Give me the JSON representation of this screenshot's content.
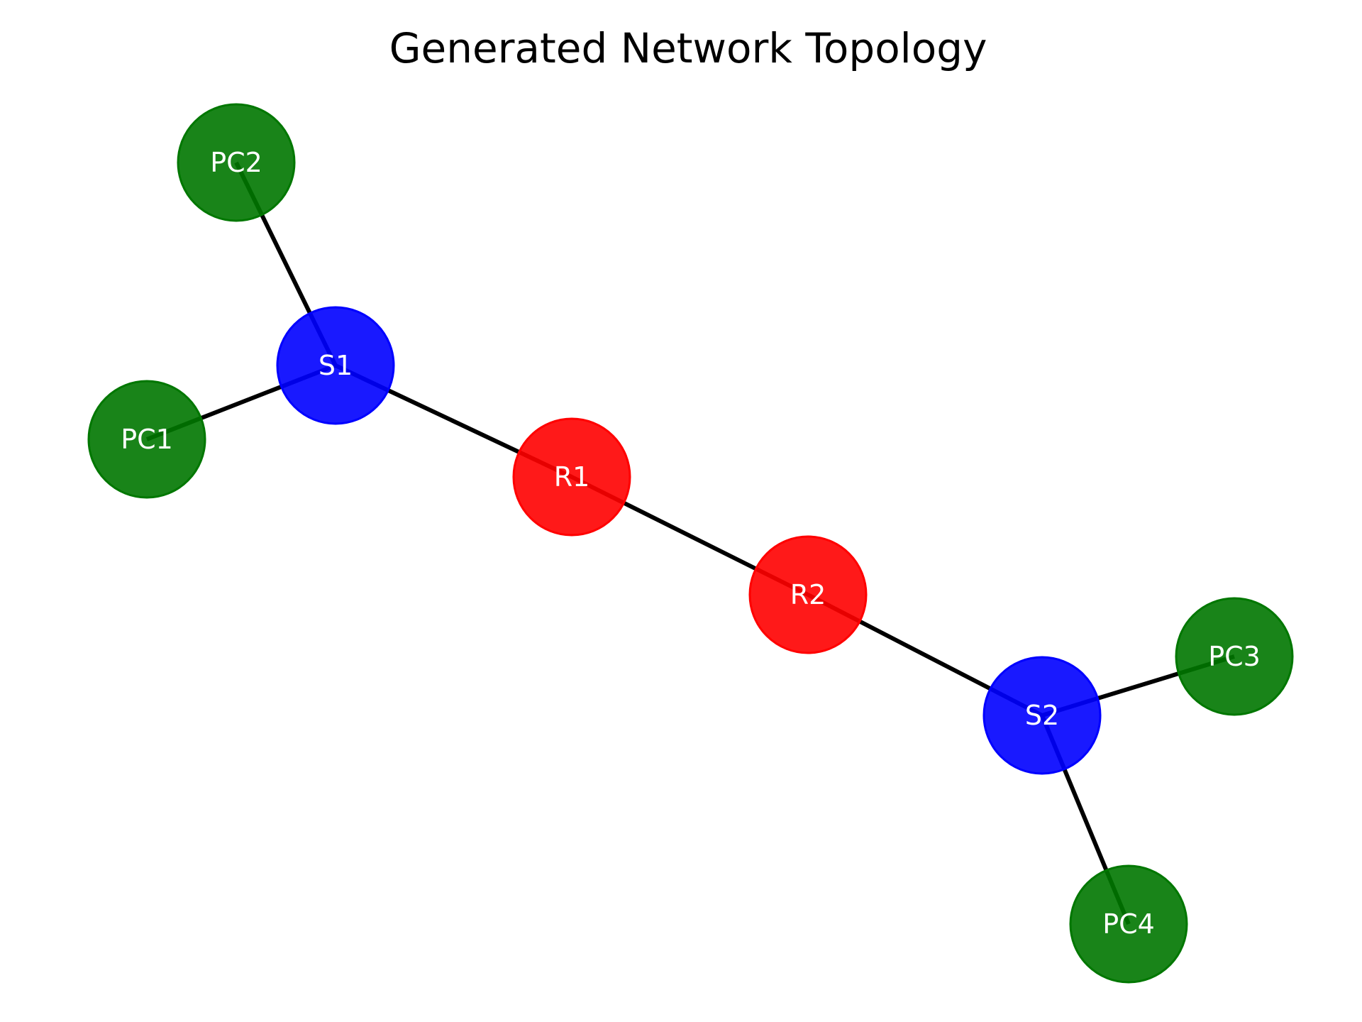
{
  "title": "Generated Network Topology",
  "legend": {
    "router": "#ff0000",
    "switch": "#0000ff",
    "pc": "#007700"
  },
  "edge_color": "#000000",
  "nodes": [
    {
      "id": "PC2",
      "label": "PC2",
      "type": "pc"
    },
    {
      "id": "S1",
      "label": "S1",
      "type": "switch"
    },
    {
      "id": "PC1",
      "label": "PC1",
      "type": "pc"
    },
    {
      "id": "R1",
      "label": "R1",
      "type": "router"
    },
    {
      "id": "R2",
      "label": "R2",
      "type": "router"
    },
    {
      "id": "PC3",
      "label": "PC3",
      "type": "pc"
    },
    {
      "id": "S2",
      "label": "S2",
      "type": "switch"
    },
    {
      "id": "PC4",
      "label": "PC4",
      "type": "pc"
    }
  ],
  "edges": [
    {
      "from": "S1",
      "to": "PC2"
    },
    {
      "from": "S1",
      "to": "PC1"
    },
    {
      "from": "S1",
      "to": "R1"
    },
    {
      "from": "R1",
      "to": "R2"
    },
    {
      "from": "R2",
      "to": "S2"
    },
    {
      "from": "S2",
      "to": "PC3"
    },
    {
      "from": "S2",
      "to": "PC4"
    }
  ]
}
